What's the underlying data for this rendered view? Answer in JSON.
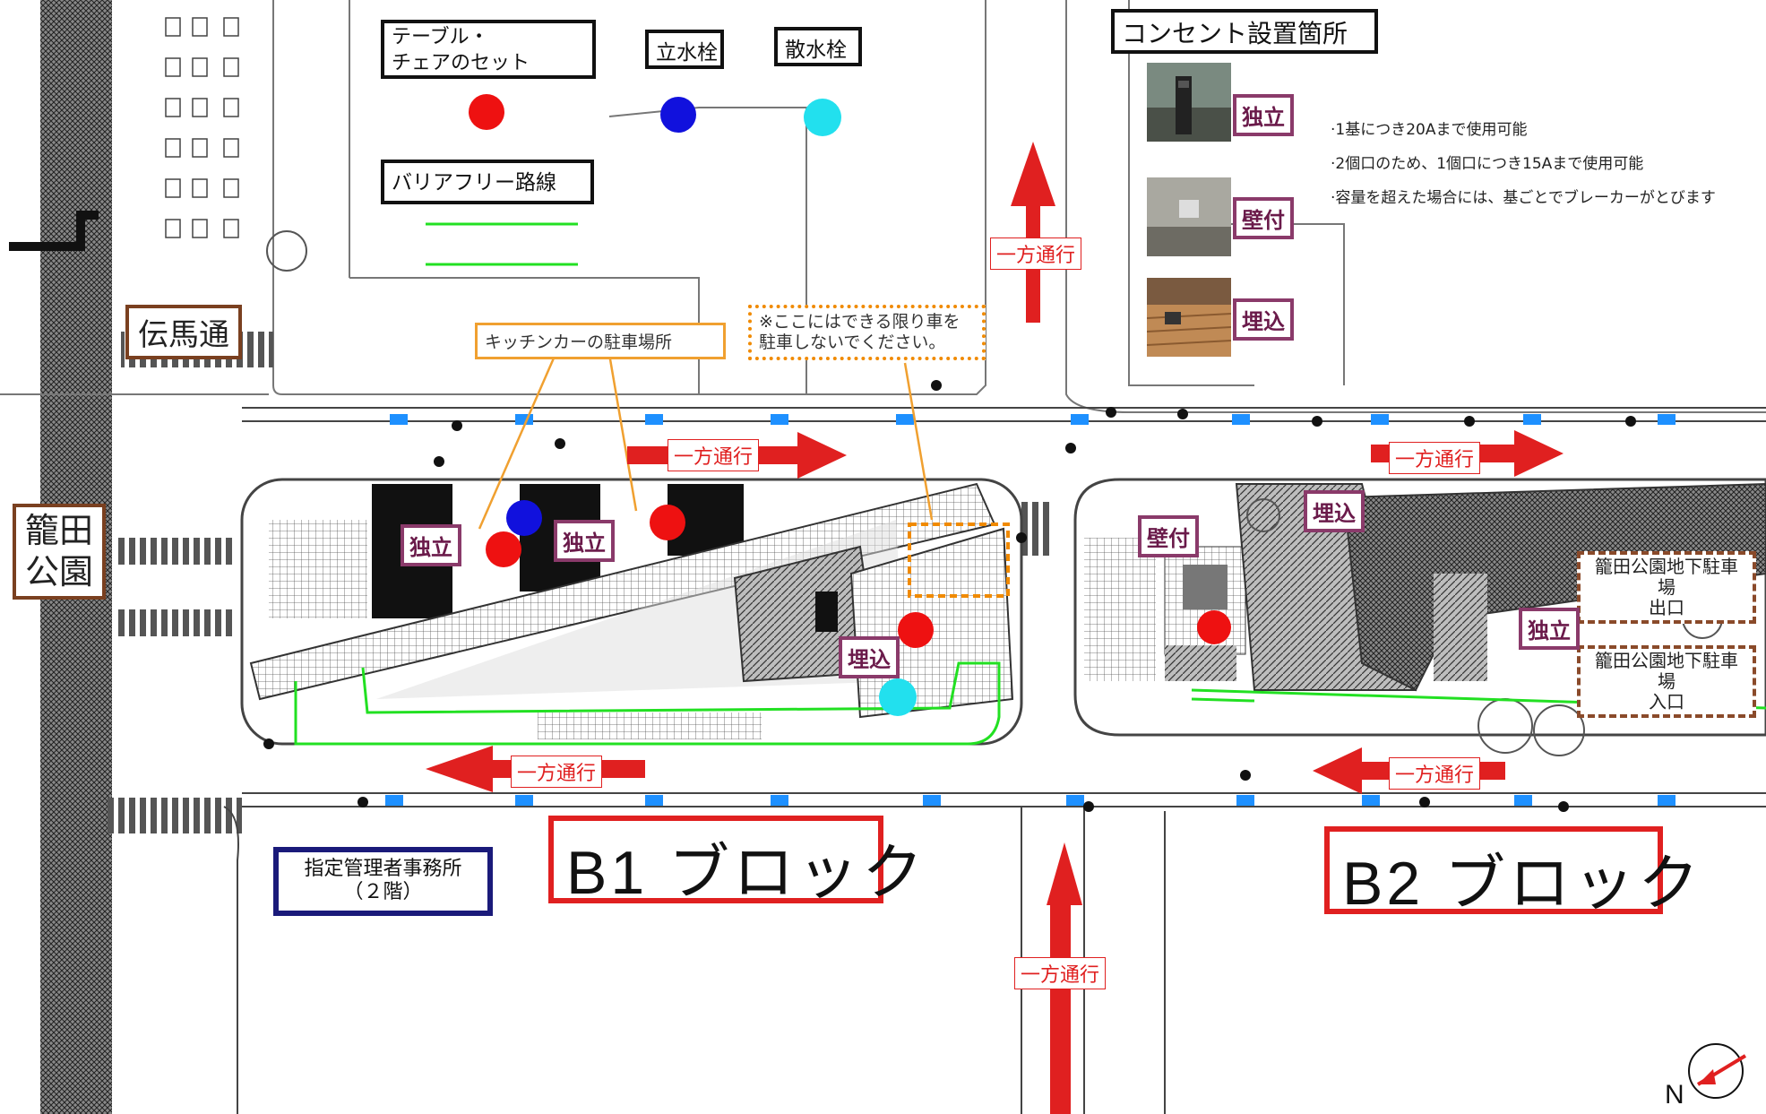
{
  "legend": {
    "table_set": "テーブル・\nチェアのセット",
    "standpipe": "立水栓",
    "sprinkler": "散水栓",
    "barrier_free": "バリアフリー路線",
    "colors": {
      "table_set": "#ee1111",
      "standpipe": "#1111dd",
      "sprinkler": "#22e0ee",
      "barrier_free": "#22e022"
    }
  },
  "outlets": {
    "title": "コンセント設置箇所",
    "types": [
      "独立",
      "壁付",
      "埋込"
    ],
    "notes": [
      "·1基につき20Aまで使用可能",
      "·2個口のため、1個口につき15Aまで使用可能",
      "·容量を超えた場合には、基ごとでブレーカーがとびます"
    ]
  },
  "places": {
    "denma": "伝馬通",
    "kagota_park": "籠田\n公園",
    "kitchen_car": "キッチンカーの駐車場所",
    "no_parking": "※ここにはできる限り車を\n駐車しないでください。",
    "garage_exit": "籠田公園地下駐車場\n出口",
    "garage_entrance": "籠田公園地下駐車場\n入口",
    "office": "指定管理者事務所\n（２階）"
  },
  "blocks": {
    "b1": "B1 ブロック",
    "b2": "B2 ブロック"
  },
  "oneway": "一方通行",
  "north": "N",
  "map_tags": [
    "独立",
    "独立",
    "埋込",
    "壁付",
    "埋込",
    "独立"
  ]
}
